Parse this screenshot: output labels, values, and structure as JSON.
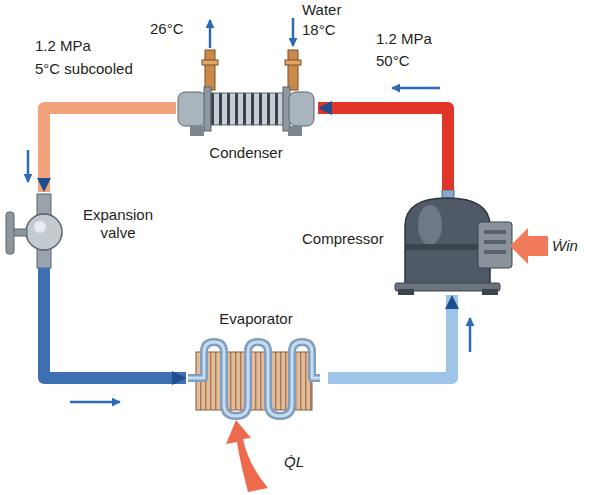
{
  "diagram": {
    "nodes": [
      {
        "text": [
          "Condenser"
        ]
      },
      {
        "text": [
          "Expansion valve"
        ]
      },
      {
        "text": [
          "Compressor"
        ]
      },
      {
        "text": [
          "Evaporator"
        ]
      }
    ],
    "edges": [
      {
        "from": 2,
        "to": 0,
        "arrow": "to"
      },
      {
        "from": 0,
        "to": 1,
        "arrow": "to"
      },
      {
        "from": 1,
        "to": 3,
        "arrow": "to"
      },
      {
        "from": 3,
        "to": 2,
        "arrow": "to"
      }
    ],
    "labels": [
      "1.2 MPa",
      "5°C subcooled",
      "26°C",
      "Water",
      "18°C",
      "1.2 MPa",
      "50°C",
      "Ẇin",
      "Q̇L"
    ]
  }
}
